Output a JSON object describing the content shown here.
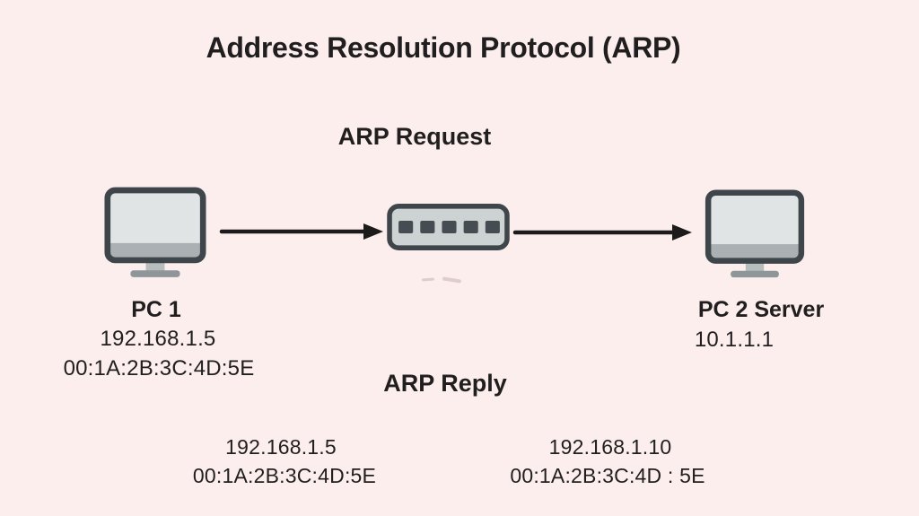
{
  "title": "Address Resolution Protocol (ARP)",
  "labels": {
    "request": "ARP Request",
    "reply": "ARP Reply"
  },
  "nodes": {
    "pc1": {
      "name": "PC 1",
      "ip": "192.168.1.5",
      "mac": "00:1A:2B:3C:4D:5E",
      "icon": "pc-monitor-icon"
    },
    "switch": {
      "ports": 5,
      "icon": "network-switch-icon"
    },
    "pc2": {
      "name": "PC 2 Server",
      "ip": "10.1.1.1",
      "icon": "pc-monitor-icon"
    }
  },
  "arrows": {
    "pc1_to_switch": "arrow-right-icon",
    "switch_to_pc2": "arrow-right-icon"
  },
  "reply_details": {
    "left": {
      "ip": "192.168.1.5",
      "mac": "00:1A:2B:3C:4D:5E"
    },
    "right": {
      "ip": "192.168.1.10",
      "mac": "00:1A:2B:3C:4D : 5E"
    }
  },
  "colors": {
    "bg": "#fbeeec",
    "ink": "#211e1f",
    "arrow": "#1c1a1b",
    "icon_stroke": "#3f464b",
    "icon_screen": "#e0e4e4",
    "icon_chin": "#abb1b3",
    "icon_neck": "#b7bcbd",
    "icon_base": "#8f969a",
    "switch_fill": "#cdd2d3",
    "switch_port": "#454c52"
  }
}
